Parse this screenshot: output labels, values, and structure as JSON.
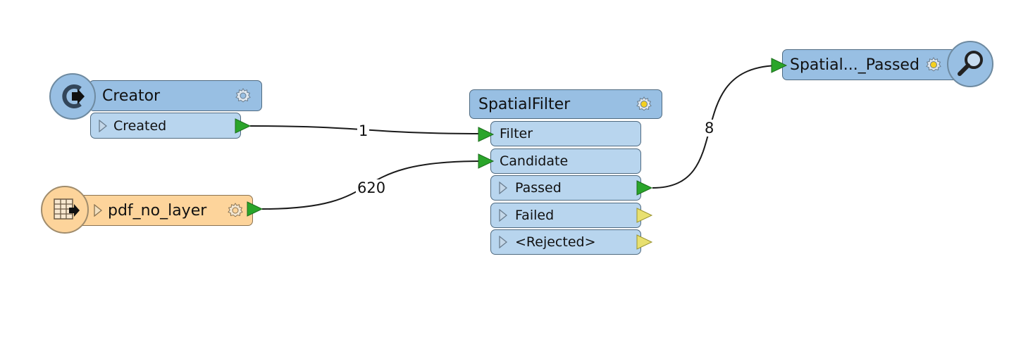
{
  "nodes": {
    "creator": {
      "title": "Creator",
      "ports": {
        "created": "Created"
      },
      "icon": "creator-icon"
    },
    "reader": {
      "title": "pdf_no_layer",
      "icon": "table-reader-icon"
    },
    "spatial_filter": {
      "title": "SpatialFilter",
      "inputs": {
        "filter": "Filter",
        "candidate": "Candidate"
      },
      "outputs": {
        "passed": "Passed",
        "failed": "Failed",
        "rejected": "<Rejected>"
      }
    },
    "inspector": {
      "title": "Spatial..._Passed",
      "icon": "magnifier-icon"
    }
  },
  "connections": {
    "creator_to_filter": "1",
    "reader_to_candidate": "620",
    "passed_to_inspector": "8"
  },
  "colors": {
    "transformer_header": "#98bfe3",
    "transformer_port": "#b8d5ee",
    "reader_fill": "#fdd49b",
    "connected_port": "#2aa52a",
    "unconnected_port": "#e8e070"
  }
}
